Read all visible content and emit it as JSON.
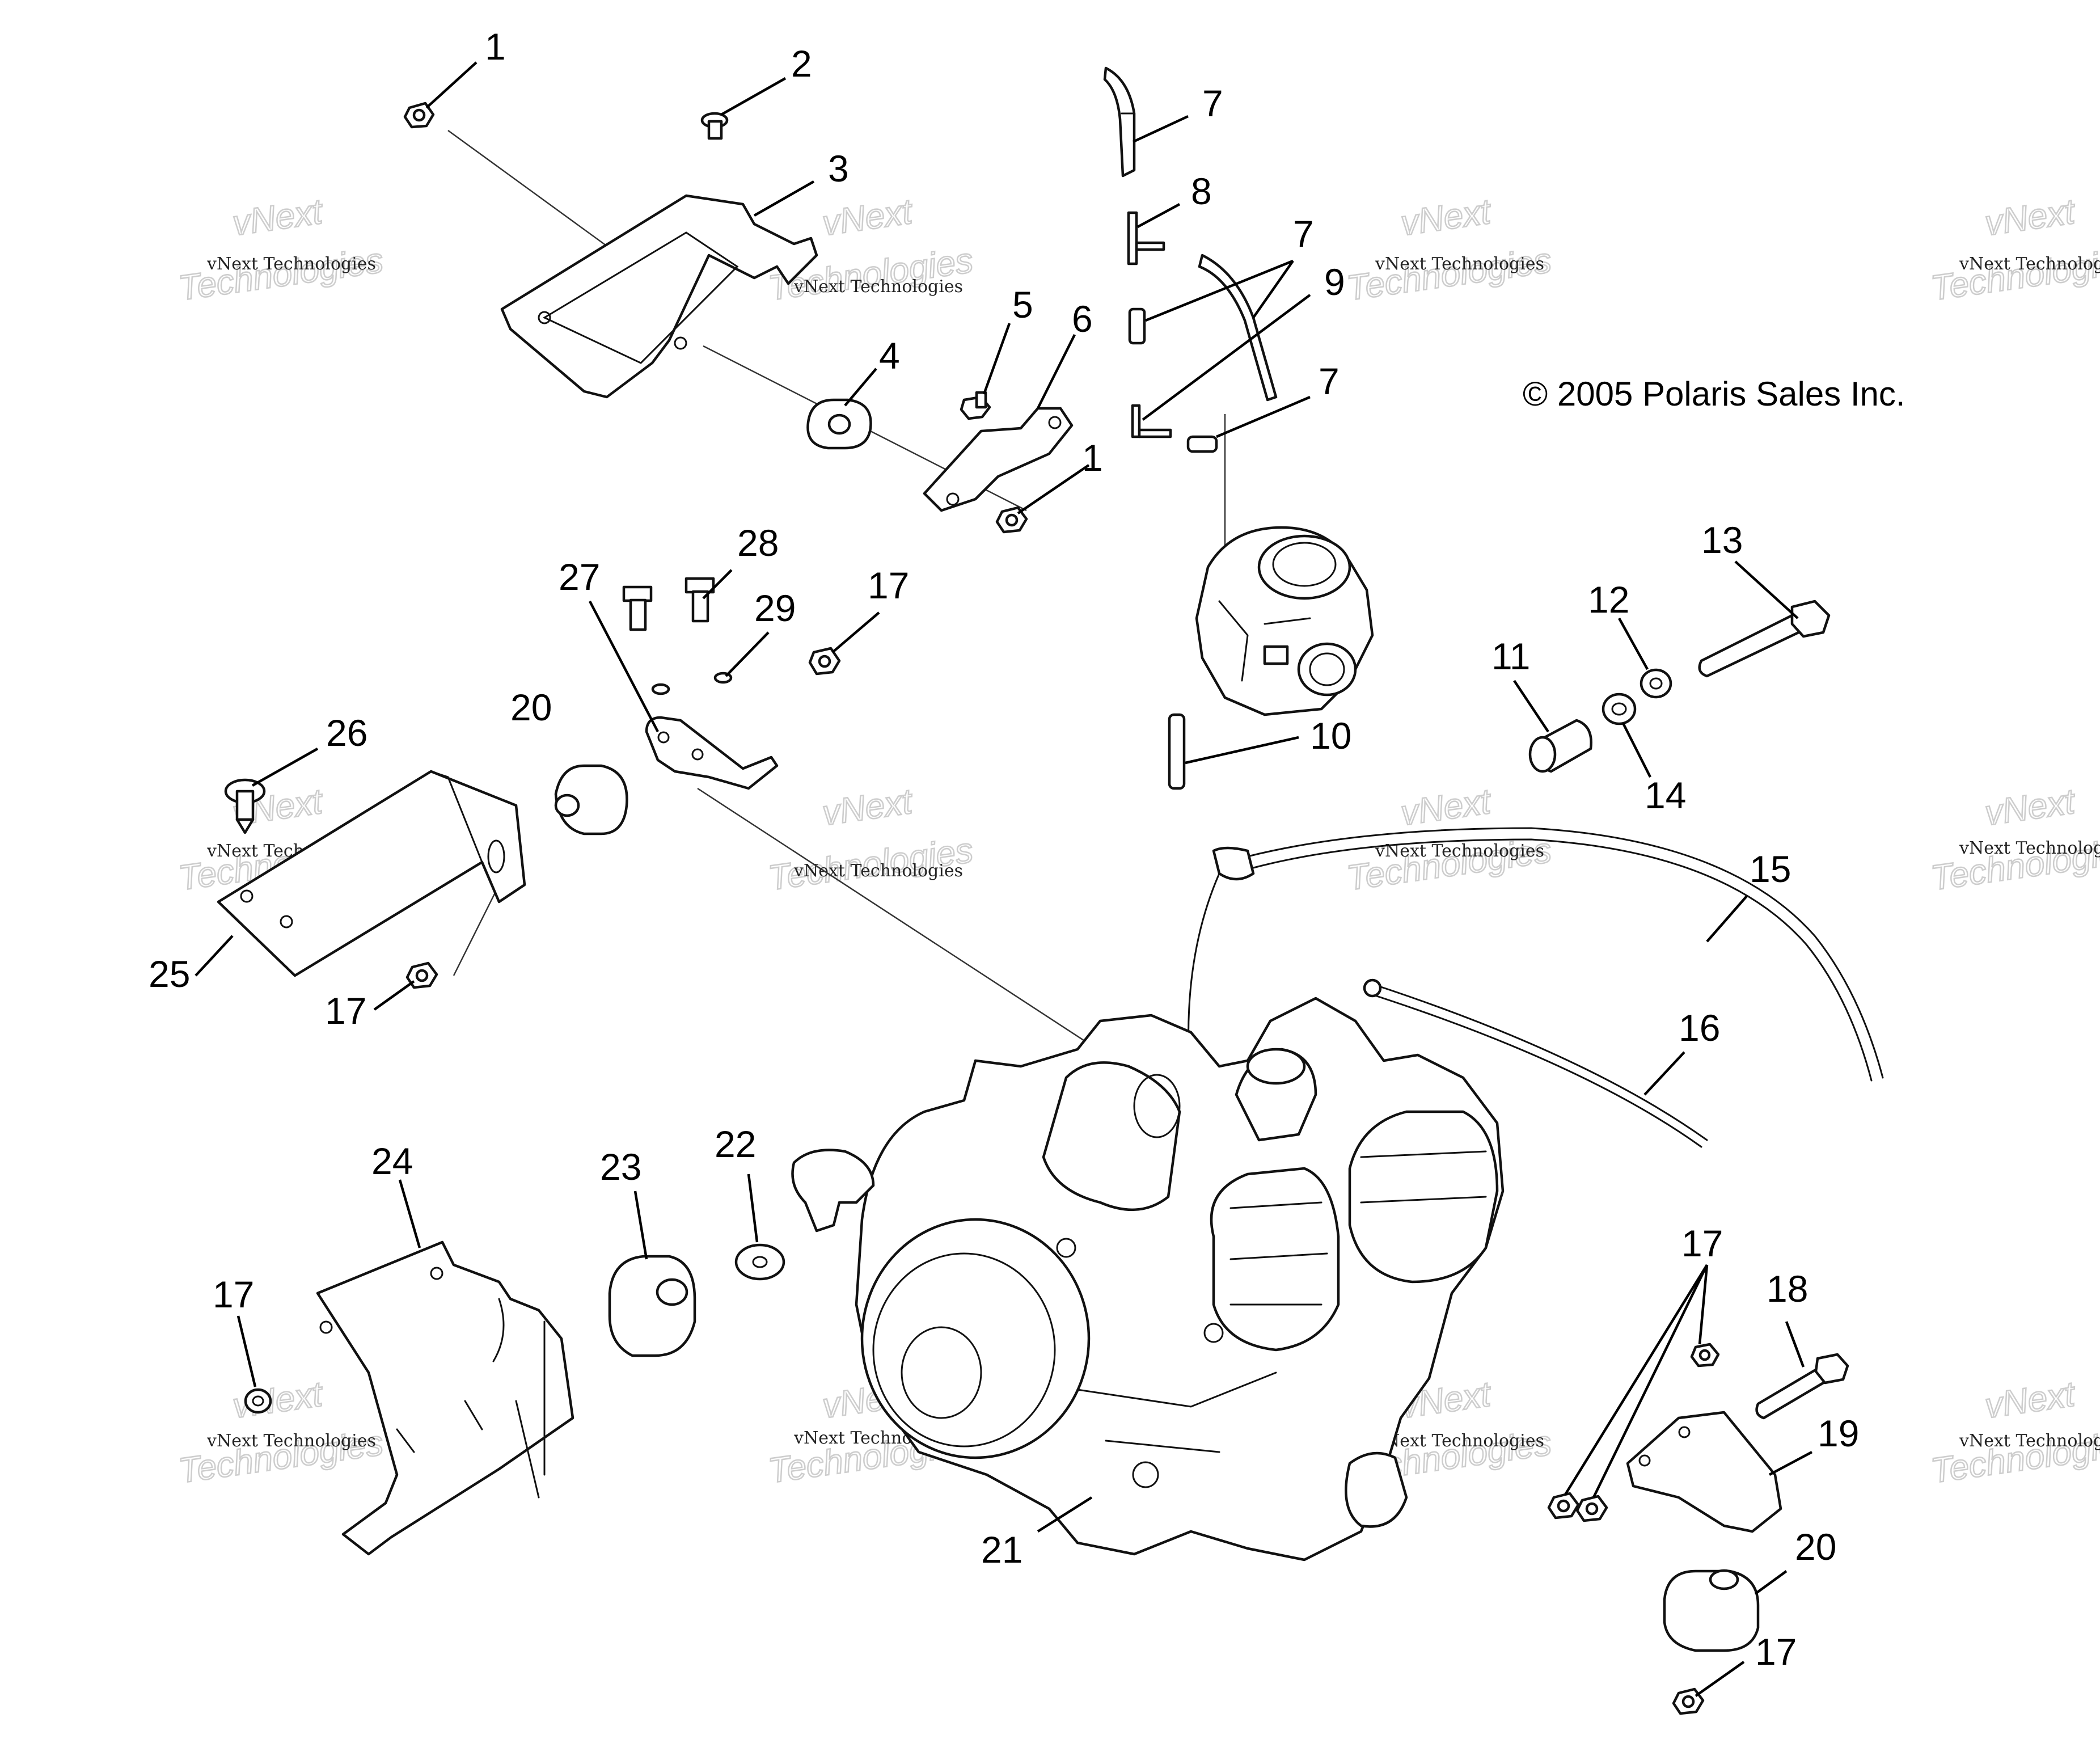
{
  "copyright": "© 2005 Polaris Sales Inc.",
  "watermark": {
    "line1": "vNext Technologies",
    "line2": "vNext",
    "line3": "Technologies"
  },
  "callouts": {
    "c1a": "1",
    "c2": "2",
    "c3": "3",
    "c4": "4",
    "c5": "5",
    "c6": "6",
    "c7a": "7",
    "c8": "8",
    "c7b": "7",
    "c9": "9",
    "c7c": "7",
    "c1b": "1",
    "c10": "10",
    "c11": "11",
    "c12": "12",
    "c13": "13",
    "c14": "14",
    "c15": "15",
    "c16": "16",
    "c17a": "17",
    "c17b": "17",
    "c17c": "17",
    "c17d": "17",
    "c17e": "17",
    "c18": "18",
    "c19": "19",
    "c20a": "20",
    "c20b": "20",
    "c21": "21",
    "c22": "22",
    "c23": "23",
    "c24": "24",
    "c25": "25",
    "c26": "26",
    "c27": "27",
    "c28": "28",
    "c29": "29"
  }
}
